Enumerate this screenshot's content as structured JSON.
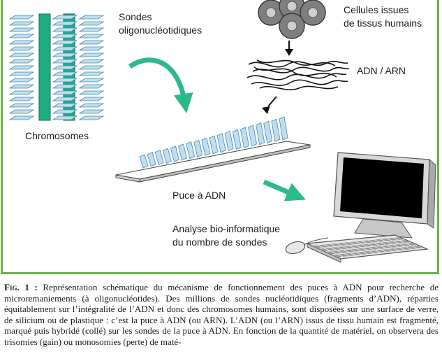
{
  "diagram": {
    "labels": {
      "probes_line1": "Sondes",
      "probes_line2": "oligonucléotidiques",
      "cells_line1": "Cellules issues",
      "cells_line2": "de tissus humains",
      "dna_rna": "ADN / ARN",
      "chromosomes": "Chromosomes",
      "chip": "Puce à ADN",
      "analysis_line1": "Analyse bio-informatique",
      "analysis_line2": "du nombre de sondes"
    },
    "colors": {
      "accent_green": "#2aba8c",
      "chromosome_green": "#1fae80",
      "border_green": "#6ab14a",
      "probe_blue": "#bcdff2",
      "cell_gray": "#7f7f7f",
      "screen": "#000000"
    }
  },
  "caption": {
    "label": "Fig. 1 :",
    "text": "Représentation schématique du mécanisme de fonctionnement des puces à ADN pour recherche de microremaniements (à oligonucléotides). Des millions de sondes nucléotidiques (fragments d’ADN), réparties équitablement sur l’intégralité de l’ADN et donc des chromosomes humains, sont disposées sur une surface de verre, de silicium ou de plastique : c’est la puce à ADN (ou ARN). L’ADN (ou l’ARN) issus de tissu humain est fragmenté, marqué puis hybridé (collé) sur les sondes de la puce à ADN. En fonction de la quantité de matériel, on observera des trisomies (gain) ou monosomies (perte) de maté-"
  }
}
